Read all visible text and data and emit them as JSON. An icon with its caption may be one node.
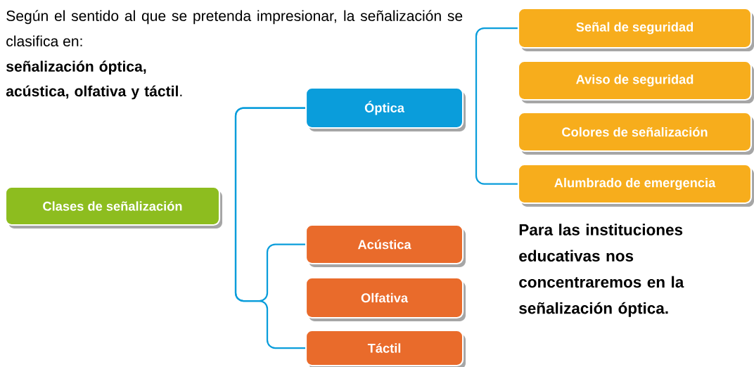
{
  "diagram": {
    "nodes": [
      {
        "text": [
          "Clases de señalización"
        ]
      },
      {
        "text": [
          "Óptica"
        ]
      },
      {
        "text": [
          "Señal de seguridad"
        ]
      },
      {
        "text": [
          "Aviso de seguridad"
        ]
      },
      {
        "text": [
          "Colores de señalización"
        ]
      },
      {
        "text": [
          "Alumbrado de emergencia"
        ]
      },
      {
        "text": [
          "Acústica"
        ]
      },
      {
        "text": [
          "Olfativa"
        ]
      },
      {
        "text": [
          "Táctil"
        ]
      }
    ],
    "edges": [
      {
        "from": 1,
        "to": 6,
        "arrow": "none"
      },
      {
        "from": 1,
        "to": 8,
        "arrow": "none"
      },
      {
        "from": 2,
        "to": 5,
        "arrow": "none"
      }
    ],
    "labels": [
      "Según el sentido al que se pretenda impresionar, la señalización se clasifica en:",
      "**señalización óptica, acústica, olfativa y táctil**.",
      "Para las instituciones educativas nos concentraremos en la señalización óptica."
    ]
  }
}
